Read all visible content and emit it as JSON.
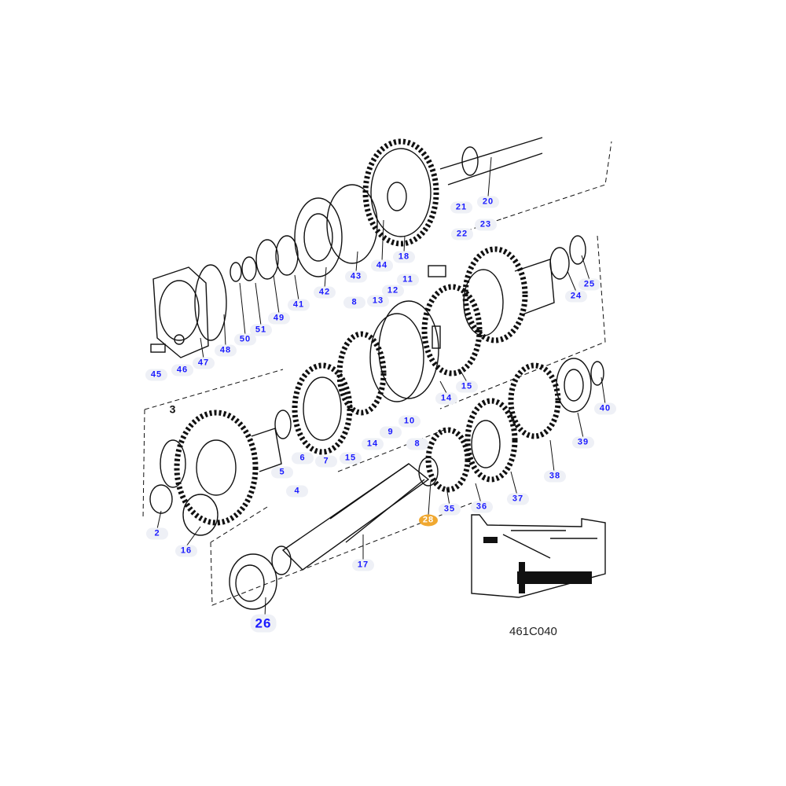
{
  "diagram": {
    "drawing_code": "461C040",
    "highlight_color": "#f0a830",
    "label_color": "#1a1aff",
    "callouts": [
      "20",
      "21",
      "23",
      "22",
      "18",
      "44",
      "43",
      "42",
      "41",
      "49",
      "51",
      "50",
      "48",
      "47",
      "45",
      "46",
      "11",
      "12",
      "8",
      "13",
      "25",
      "24",
      "15",
      "14",
      "10",
      "9",
      "14",
      "8",
      "40",
      "39",
      "6",
      "7",
      "15",
      "5",
      "4",
      "3",
      "38",
      "37",
      "36",
      "35",
      "28",
      "2",
      "16",
      "17",
      "26"
    ],
    "highlighted_part": "28"
  }
}
